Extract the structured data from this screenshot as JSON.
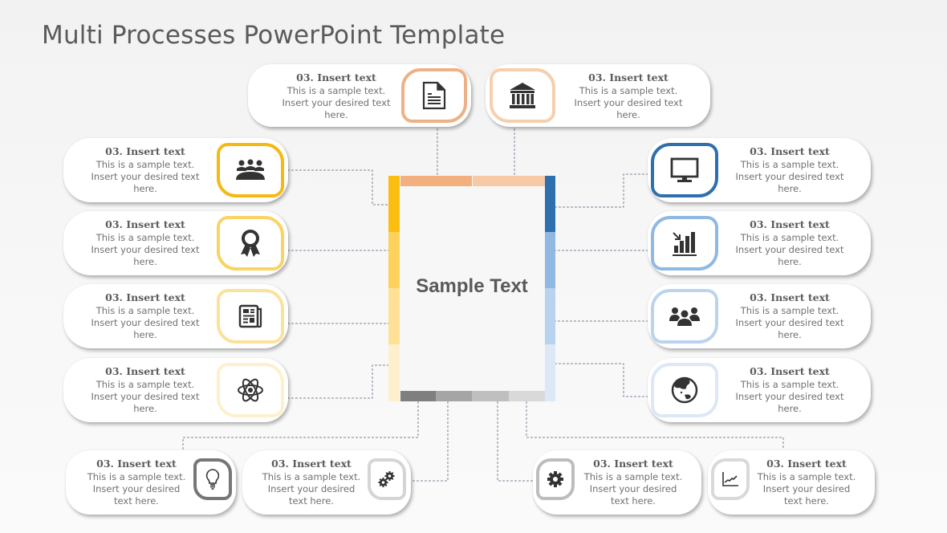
{
  "title": "Multi Processes PowerPoint Template",
  "center": {
    "label": "Sample Text",
    "top_segments": [
      "#f3b07f",
      "#f7c9a5"
    ],
    "left_segments": [
      "#fbbd10",
      "#fdd25c",
      "#fee197",
      "#fef0cc"
    ],
    "right_segments": [
      "#2e6fad",
      "#8fb9e2",
      "#b7d3ee",
      "#dce8f5"
    ],
    "bottom_segments": [
      "#7f7f7f",
      "#a5a5a5",
      "#bfbfbf",
      "#d9d9d9"
    ]
  },
  "colors": {
    "connector": "#7b8496",
    "title_text": "#5a5a5a",
    "body_text": "#707070",
    "icon": "#333333"
  },
  "cards": {
    "top_left": {
      "title": "03. Insert text",
      "line1": "This is a sample  text.",
      "line2": "Insert your desired text",
      "line3": "here.",
      "icon": "document-icon",
      "border": "#eeb185"
    },
    "top_right": {
      "title": "03. Insert text",
      "line1": "This is a sample  text.",
      "line2": "Insert your desired text",
      "line3": "here.",
      "icon": "bank-icon",
      "border": "#f5cfae"
    },
    "left_1": {
      "title": "03. Insert text",
      "line1": "This is a sample  text.",
      "line2": "Insert your desired text",
      "line3": "here.",
      "icon": "meeting-icon",
      "border": "#f5b914"
    },
    "left_2": {
      "title": "03. Insert text",
      "line1": "This is a sample  text.",
      "line2": "Insert your desired text",
      "line3": "here.",
      "icon": "award-icon",
      "border": "#f9d364"
    },
    "left_3": {
      "title": "03. Insert text",
      "line1": "This is a sample  text.",
      "line2": "Insert your desired text",
      "line3": "here.",
      "icon": "newspaper-icon",
      "border": "#fbe29b"
    },
    "left_4": {
      "title": "03. Insert text",
      "line1": "This is a sample  text.",
      "line2": "Insert your desired text",
      "line3": "here.",
      "icon": "atom-icon",
      "border": "#fdf0cd"
    },
    "right_1": {
      "title": "03. Insert text",
      "line1": "This is a sample  text.",
      "line2": "Insert your desired text",
      "line3": "here.",
      "icon": "monitor-icon",
      "border": "#2e6fad"
    },
    "right_2": {
      "title": "03. Insert text",
      "line1": "This is a sample  text.",
      "line2": "Insert your desired text",
      "line3": "here.",
      "icon": "bar-chart-icon",
      "border": "#8fb9e2"
    },
    "right_3": {
      "title": "03. Insert text",
      "line1": "This is a sample  text.",
      "line2": "Insert your desired text",
      "line3": "here.",
      "icon": "team-icon",
      "border": "#bad4ee"
    },
    "right_4": {
      "title": "03. Insert text",
      "line1": "This is a sample  text.",
      "line2": "Insert your desired text",
      "line3": "here.",
      "icon": "globe-icon",
      "border": "#dce8f5"
    },
    "bottom_1": {
      "title": "03. Insert text",
      "line1": "This is a sample  text.",
      "line2": "Insert your desired",
      "line3": "text here.",
      "icon": "lightbulb-icon",
      "border": "#767676"
    },
    "bottom_2": {
      "title": "03. Insert text",
      "line1": "This is a sample  text.",
      "line2": "Insert your desired",
      "line3": "text here.",
      "icon": "gears-icon",
      "border": "#d5d5d5"
    },
    "bottom_3": {
      "title": "03. Insert text",
      "line1": "This is a sample  text.",
      "line2": "Insert your desired",
      "line3": "text here.",
      "icon": "gear-icon",
      "border": "#bdbdbd"
    },
    "bottom_4": {
      "title": "03. Insert text",
      "line1": "This is a sample  text.",
      "line2": "Insert your desired",
      "line3": "text here.",
      "icon": "line-chart-icon",
      "border": "#d9d9d9"
    }
  }
}
